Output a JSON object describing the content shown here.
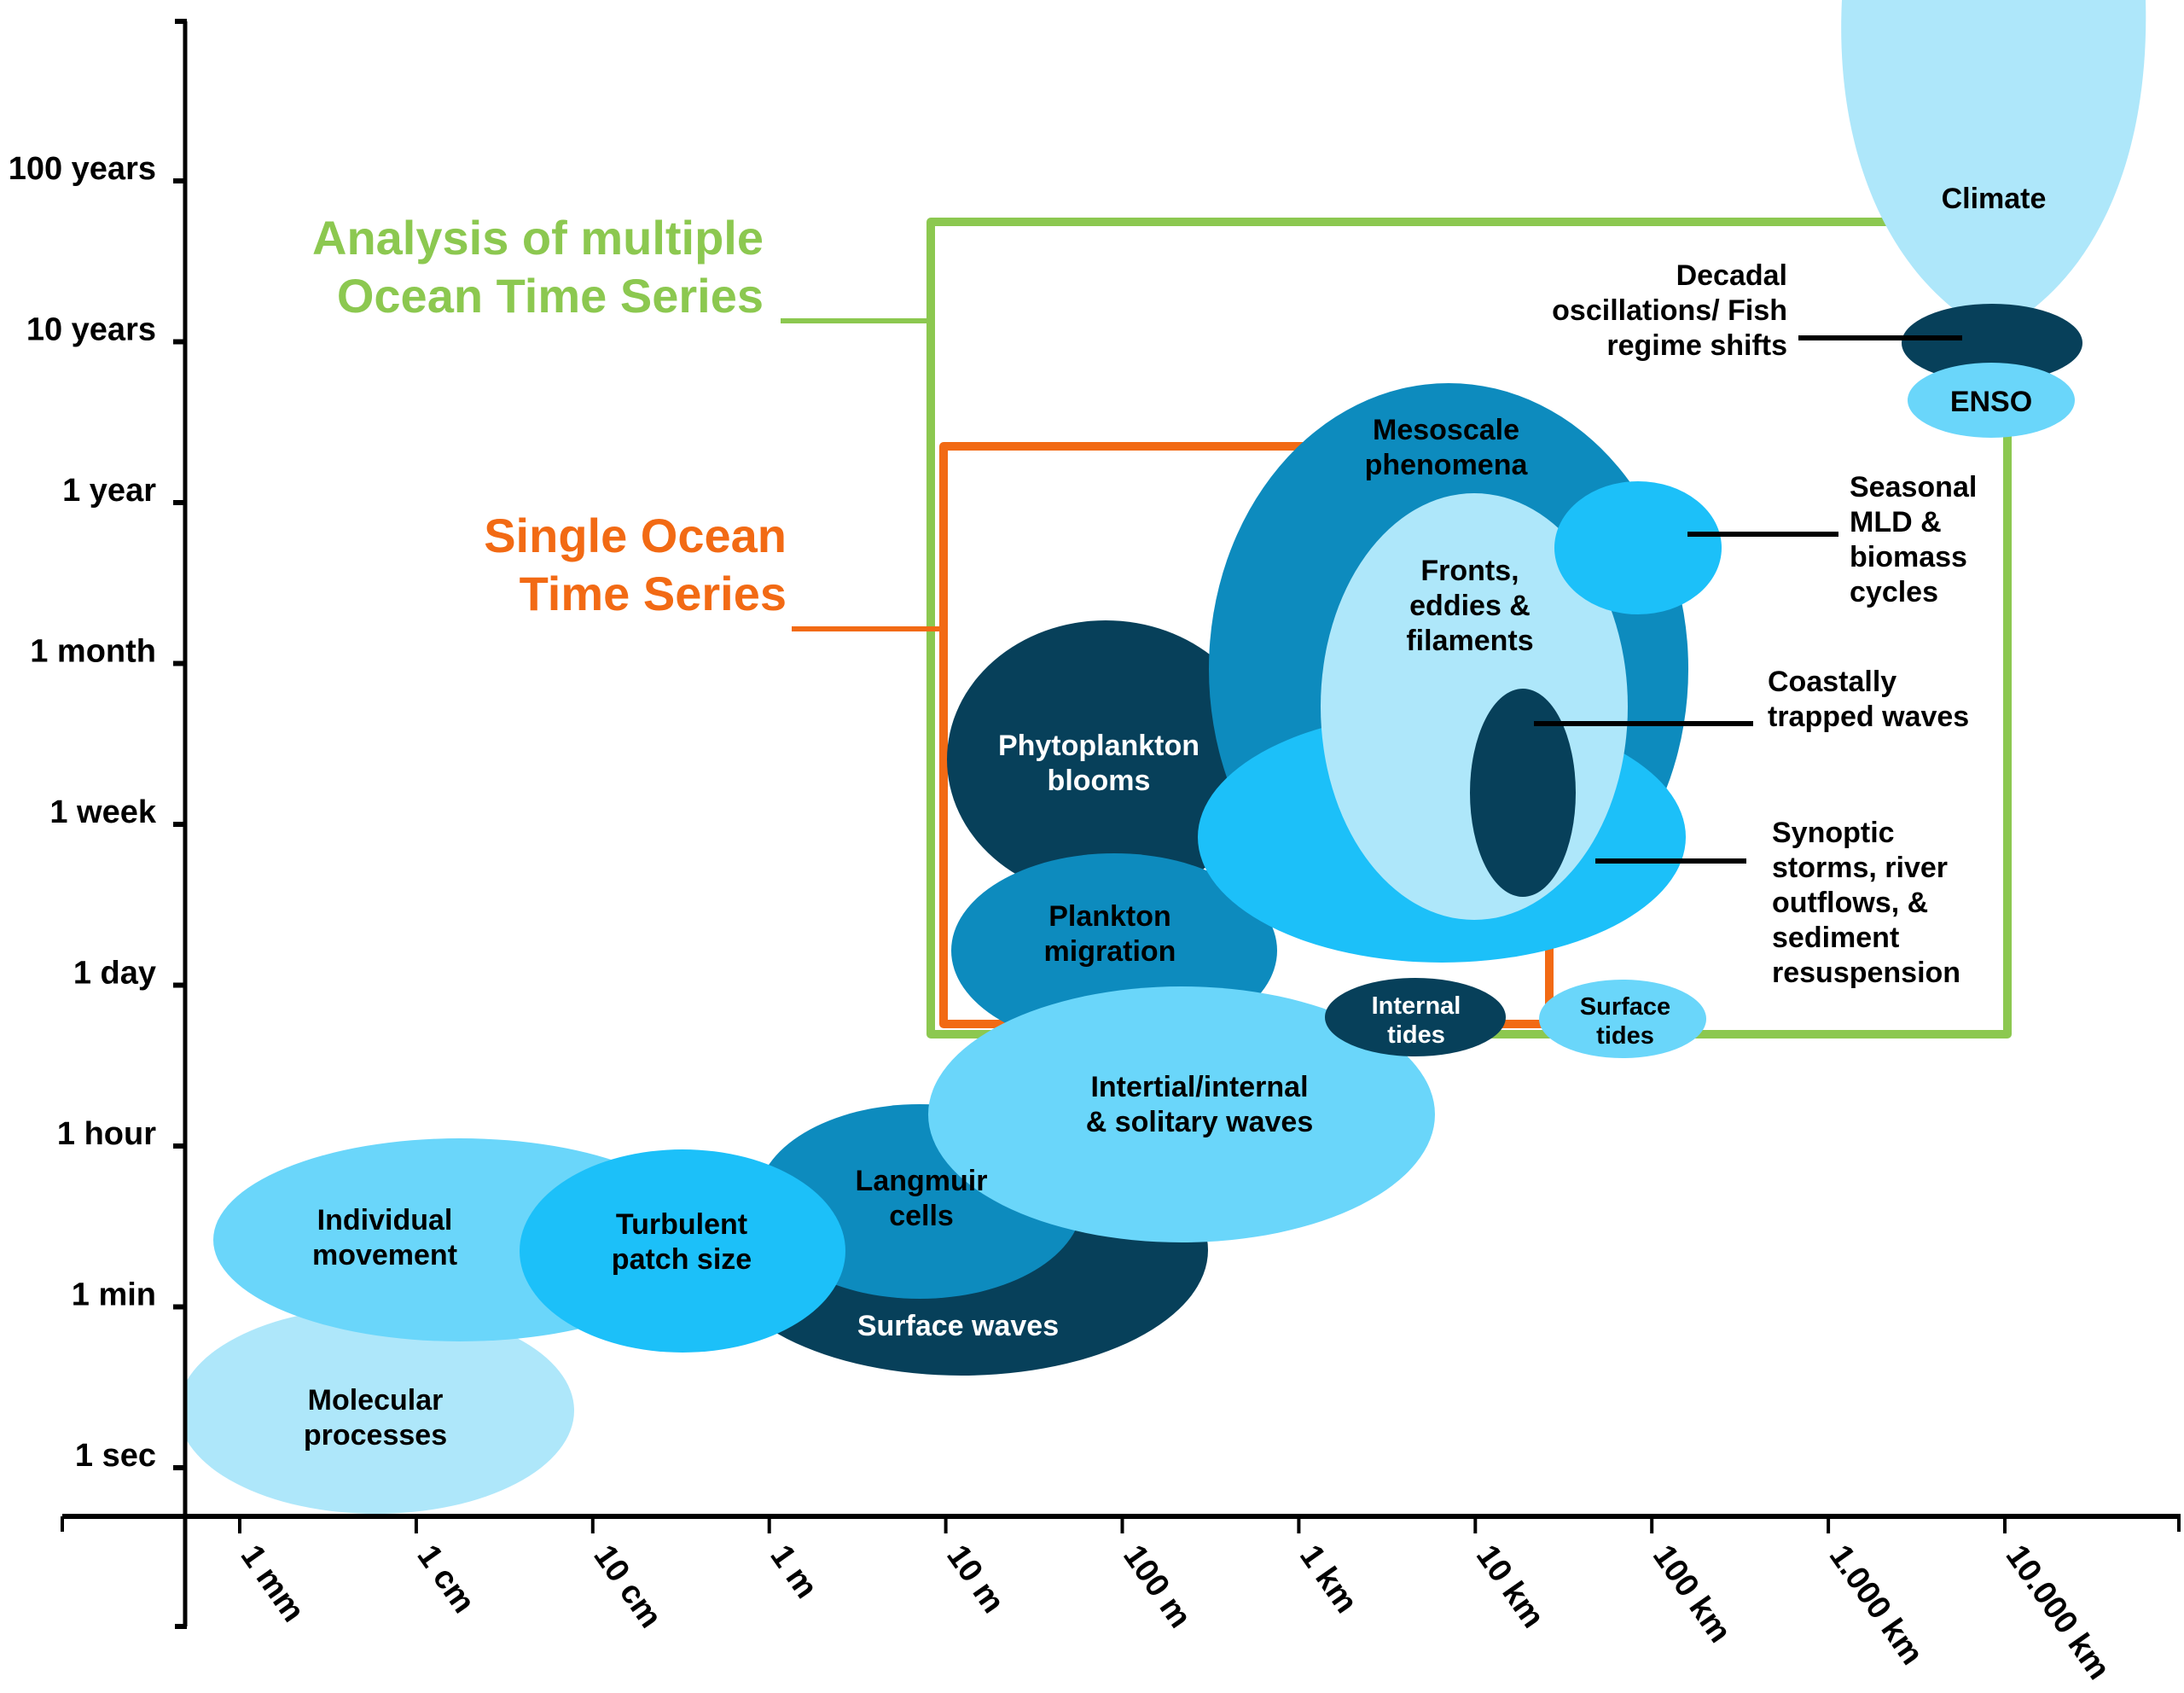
{
  "chart_data": {
    "type": "diagram",
    "title": "",
    "xlabel": "",
    "ylabel": "",
    "x_axis": {
      "scale": "log10",
      "unit": "spatial scale",
      "ticks": [
        "1 mm",
        "1 cm",
        "10 cm",
        "1 m",
        "10 m",
        "100 m",
        "1 km",
        "10 km",
        "100 km",
        "1.000 km",
        "10.000 km"
      ]
    },
    "y_axis": {
      "scale": "log",
      "unit": "temporal scale",
      "ticks": [
        "1 sec",
        "1 min",
        "1 hour",
        "1 day",
        "1 week",
        "1 month",
        "1 year",
        "10 years",
        "100 years"
      ]
    },
    "brackets": [
      {
        "id": "multiple",
        "label_lines": [
          "Analysis of multiple",
          "Ocean Time Series"
        ],
        "color": "#8CC850",
        "x_range": [
          "10 m",
          "10.000 km"
        ],
        "y_range": [
          "< 1 day",
          "~ 50 years"
        ]
      },
      {
        "id": "single",
        "label_lines": [
          "Single Ocean",
          "Time Series"
        ],
        "color": "#F26A14",
        "x_range": [
          "10 m",
          "~ 30 km"
        ],
        "y_range": [
          "< 1 day",
          "~ 5 years"
        ]
      }
    ],
    "phenomena": [
      {
        "id": "climate",
        "label_lines": [
          "Climate"
        ],
        "color": "#AEE7FA",
        "text_color": "#000000"
      },
      {
        "id": "decadal",
        "label_lines": [
          "Decadal",
          "oscillations/ Fish",
          "regime shifts"
        ],
        "color": "#07405A",
        "text_color": "#000000",
        "callout": true
      },
      {
        "id": "enso",
        "label_lines": [
          "ENSO"
        ],
        "color": "#6AD6FA",
        "text_color": "#000000"
      },
      {
        "id": "mesoscale",
        "label_lines": [
          "Mesoscale",
          "phenomena"
        ],
        "color": "#0D8BBE",
        "text_color": "#000000"
      },
      {
        "id": "seasonal",
        "label_lines": [
          "Seasonal",
          "MLD &",
          "biomass",
          "cycles"
        ],
        "color": "#1CC0F9",
        "text_color": "#000000",
        "callout": true
      },
      {
        "id": "synoptic",
        "label_lines": [
          "Synoptic",
          "storms, river",
          "outflows, &",
          "sediment",
          "resuspension"
        ],
        "color": "#1CC0F9",
        "text_color": "#000000",
        "callout": true
      },
      {
        "id": "fronts",
        "label_lines": [
          "Fronts,",
          "eddies &",
          "filaments"
        ],
        "color": "#AEE7FA",
        "text_color": "#000000"
      },
      {
        "id": "coastal",
        "label_lines": [
          "Coastally",
          "trapped waves"
        ],
        "color": "#07405A",
        "text_color": "#000000",
        "callout": true
      },
      {
        "id": "phyto",
        "label_lines": [
          "Phytoplankton",
          "blooms"
        ],
        "color": "#07405A",
        "text_color": "#FFFFFF"
      },
      {
        "id": "plankton",
        "label_lines": [
          "Plankton",
          "migration"
        ],
        "color": "#0D8BBE",
        "text_color": "#000000"
      },
      {
        "id": "internal_tides",
        "label_lines": [
          "Internal",
          "tides"
        ],
        "color": "#07405A",
        "text_color": "#FFFFFF"
      },
      {
        "id": "surface_tides",
        "label_lines": [
          "Surface",
          "tides"
        ],
        "color": "#6AD6FA",
        "text_color": "#000000"
      },
      {
        "id": "inertial",
        "label_lines": [
          "Intertial/internal",
          "& solitary waves"
        ],
        "color": "#6AD6FA",
        "text_color": "#000000"
      },
      {
        "id": "surface_waves",
        "label_lines": [
          "Surface waves"
        ],
        "color": "#07405A",
        "text_color": "#FFFFFF"
      },
      {
        "id": "langmuir",
        "label_lines": [
          "Langmuir",
          "cells"
        ],
        "color": "#0D8BBE",
        "text_color": "#000000"
      },
      {
        "id": "individual",
        "label_lines": [
          "Individual",
          "movement"
        ],
        "color": "#6AD6FA",
        "text_color": "#000000"
      },
      {
        "id": "turbulent",
        "label_lines": [
          "Turbulent",
          "patch size"
        ],
        "color": "#1CC0F9",
        "text_color": "#000000"
      },
      {
        "id": "molecular",
        "label_lines": [
          "Molecular",
          "processes"
        ],
        "color": "#AEE7FA",
        "text_color": "#000000"
      }
    ],
    "grid": false,
    "legend": "none"
  }
}
